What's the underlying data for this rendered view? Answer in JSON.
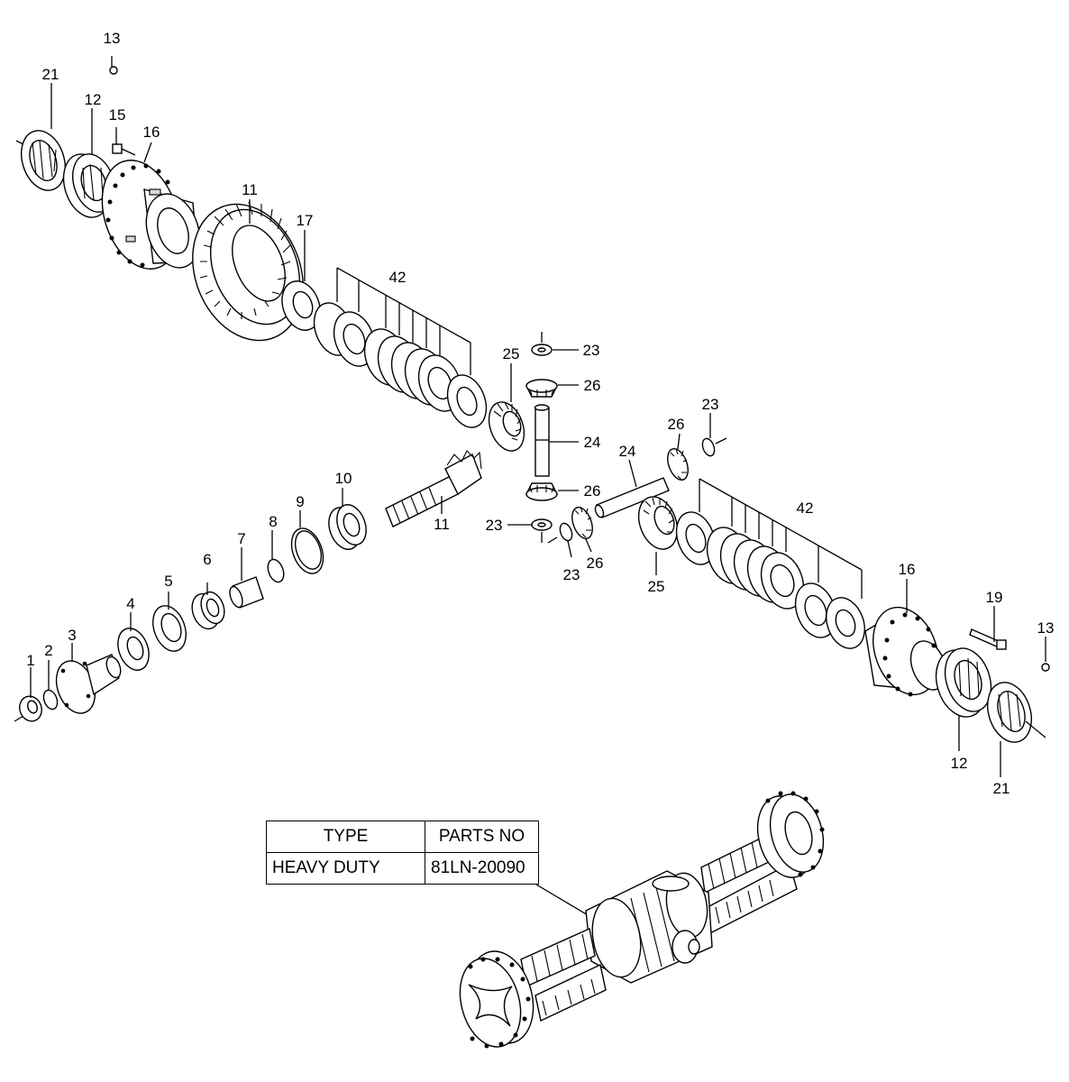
{
  "callouts": {
    "c13a": "13",
    "c21a": "21",
    "c12a": "12",
    "c15": "15",
    "c16a": "16",
    "c11a": "11",
    "c17": "17",
    "c42a": "42",
    "c25a": "25",
    "c23a": "23",
    "c26a": "26",
    "c24a": "24",
    "c26b": "26",
    "c23b": "23",
    "c26c": "26",
    "c24b": "24",
    "c23c": "23",
    "c23d": "23",
    "c26d": "26",
    "c25b": "25",
    "c42b": "42",
    "c10": "10",
    "c9": "9",
    "c8": "8",
    "c7": "7",
    "c6": "6",
    "c5": "5",
    "c4": "4",
    "c3": "3",
    "c2": "2",
    "c1": "1",
    "c11b": "11",
    "c16b": "16",
    "c19": "19",
    "c13b": "13",
    "c12b": "12",
    "c21b": "21"
  },
  "table": {
    "headers": [
      "TYPE",
      "PARTS NO"
    ],
    "rows": [
      [
        "HEAVY DUTY",
        "81LN-20090"
      ]
    ]
  }
}
